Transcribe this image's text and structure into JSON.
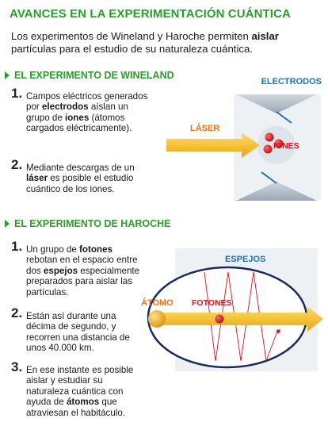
{
  "title": "AVANCES EN LA EXPERIMENTACIÓN CUÁNTICA",
  "intro": {
    "text_a": "Los experimentos de Wineland y Haroche permiten ",
    "bold_b": "aislar",
    "text_c": " partículas para el estudio de su naturaleza cuántica."
  },
  "wineland": {
    "heading": "EL EXPERIMENTO DE WINELAND",
    "steps": [
      {
        "number": "1.",
        "parts": [
          "Campos eléctricos generados por ",
          "electrodos",
          " aíslan un grupo de ",
          "iones",
          " (átomos cargados eléctricamente)."
        ]
      },
      {
        "number": "2.",
        "parts": [
          "Mediante descargas de un ",
          "láser",
          " es posible el estudio cuántico de los iones."
        ]
      }
    ],
    "diagram": {
      "electrodes_label": "ELECTRODOS",
      "laser_label": "LÁSER",
      "ions_label": "IONES"
    }
  },
  "haroche": {
    "heading": "EL EXPERIMENTO DE HAROCHE",
    "steps": [
      {
        "number": "1.",
        "parts": [
          "Un grupo de ",
          "fotones",
          " rebotan en el espacio entre dos ",
          "espejos",
          " especialmente preparados para aislar las partículas."
        ]
      },
      {
        "number": "2.",
        "parts": [
          "Están así durante una décima de segundo, y recorren una distancia de unos 40.000 km."
        ]
      },
      {
        "number": "3.",
        "parts": [
          "En ese instante es posible aislar y estudiar su naturaleza cuántica con ayuda de ",
          "átomos",
          " que atraviesan el habitáculo."
        ]
      }
    ],
    "diagram": {
      "mirrors_label": "ESPEJOS",
      "atom_label": "ÁTOMO",
      "photons_label": "FOTONES"
    }
  },
  "colors": {
    "accent_green": "#2a9d2a",
    "label_blue": "#1f6fb5",
    "laser_orange": "#e8721c",
    "arrow_yellow": "#f5c23a",
    "ion_red": "#d8121b"
  }
}
